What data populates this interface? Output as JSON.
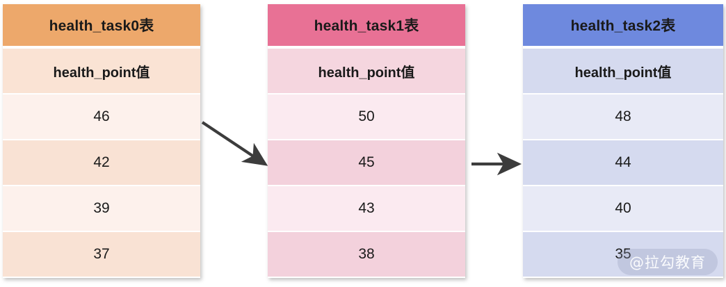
{
  "diagram": {
    "title": "health_task sharded tables data flow",
    "tables": [
      {
        "name": "health_task0",
        "title": "health_task0表",
        "column_header": "health_point值",
        "values": [
          "46",
          "42",
          "39",
          "37"
        ],
        "colors": {
          "header_bg": "#EDA86B",
          "subheader_bg": "#FAE3D4",
          "row_bg_odd": "#FDF1EC",
          "row_bg_even": "#F9E2D4"
        }
      },
      {
        "name": "health_task1",
        "title": "health_task1表",
        "column_header": "health_point值",
        "values": [
          "50",
          "45",
          "43",
          "38"
        ],
        "colors": {
          "header_bg": "#E87195",
          "subheader_bg": "#F5D6DF",
          "row_bg_odd": "#FBEAF0",
          "row_bg_even": "#F3D1DC"
        }
      },
      {
        "name": "health_task2",
        "title": "health_task2表",
        "column_header": "health_point值",
        "values": [
          "48",
          "44",
          "40",
          "35"
        ],
        "colors": {
          "header_bg": "#6E89DE",
          "subheader_bg": "#D5DAEF",
          "row_bg_odd": "#E8EAF6",
          "row_bg_even": "#D5DAEF"
        }
      }
    ],
    "arrows": [
      {
        "name": "arrow-task0-to-task1",
        "from_table": "health_task0",
        "to_table": "health_task1",
        "style": "diagonal-down"
      },
      {
        "name": "arrow-task1-to-task2",
        "from_table": "health_task1",
        "to_table": "health_task2",
        "style": "horizontal"
      }
    ],
    "arrow_color": "#3C3C3C",
    "watermark": "@拉勾教育",
    "background": "#FFFFFF"
  }
}
